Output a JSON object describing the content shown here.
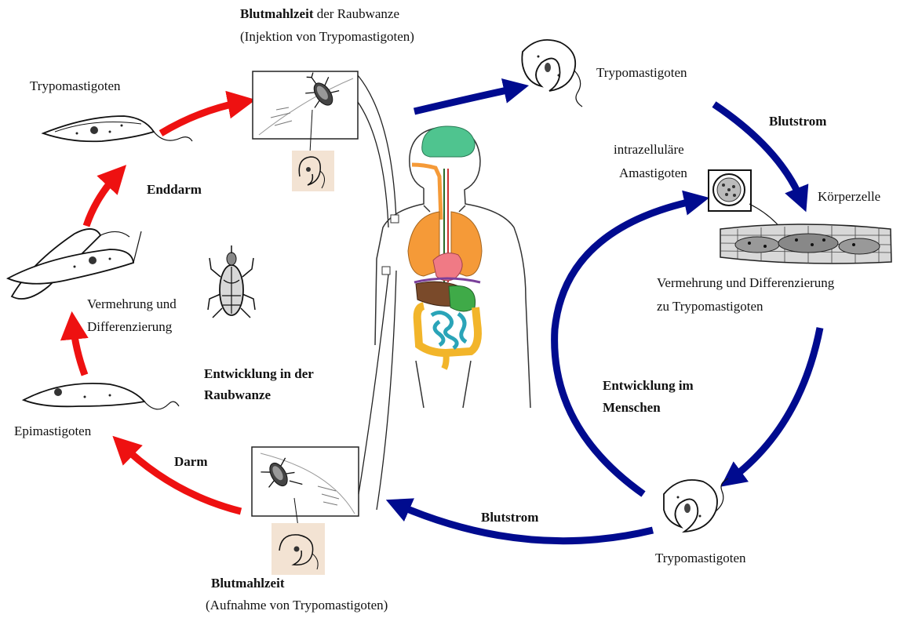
{
  "colors": {
    "insect_cycle_arrow": "#ee1111",
    "human_cycle_arrow": "#000b8f",
    "inset_background": "#f3e3d3",
    "brain": "#4fc48f",
    "lungs": "#f59a38",
    "heart": "#f07a85",
    "liver": "#7a4a2a",
    "stomach": "#3faa48",
    "colon": "#f2b52a",
    "small_intestine": "#2aa4b8"
  },
  "icons": {
    "bug": "triatomine-bug-icon",
    "parasite": "trypanosome-parasite-icon",
    "cell": "amastigote-cell-icon",
    "human": "human-anatomy-icon",
    "tissue": "muscle-tissue-icon"
  },
  "labels": {
    "bite_top_bold": "Blutmahlzeit",
    "bite_top_rest": " der Raubwanze",
    "bite_top_line2": "(Injektion von Trypomastigoten)",
    "bite_bottom_bold": "Blutmahlzeit",
    "bite_bottom_line2": "(Aufnahme von Trypomastigoten)",
    "trypo_top_right": "Trypomastigoten",
    "trypo_top_left": "Trypomastigoten",
    "trypo_bottom_right": "Trypomastigoten",
    "bloodstream_right": "Blutstrom",
    "bloodstream_bottom": "Blutstrom",
    "amastigote_line1": "intrazelluläre",
    "amastigote_line2": "Amastigoten",
    "body_cell": "Körperzelle",
    "multiply_human_line1": "Vermehrung und Differenzierung",
    "multiply_human_line2": "zu Trypomastigoten",
    "dev_human_line1": "Entwicklung im",
    "dev_human_line2": "Menschen",
    "dev_bug_line1": "Entwicklung in der",
    "dev_bug_line2": "Raubwanze",
    "hindgut": "Enddarm",
    "multiply_bug_line1": "Vermehrung und",
    "multiply_bug_line2": "Differenzierung",
    "epimastigotes": "Epimastigoten",
    "gut": "Darm"
  }
}
